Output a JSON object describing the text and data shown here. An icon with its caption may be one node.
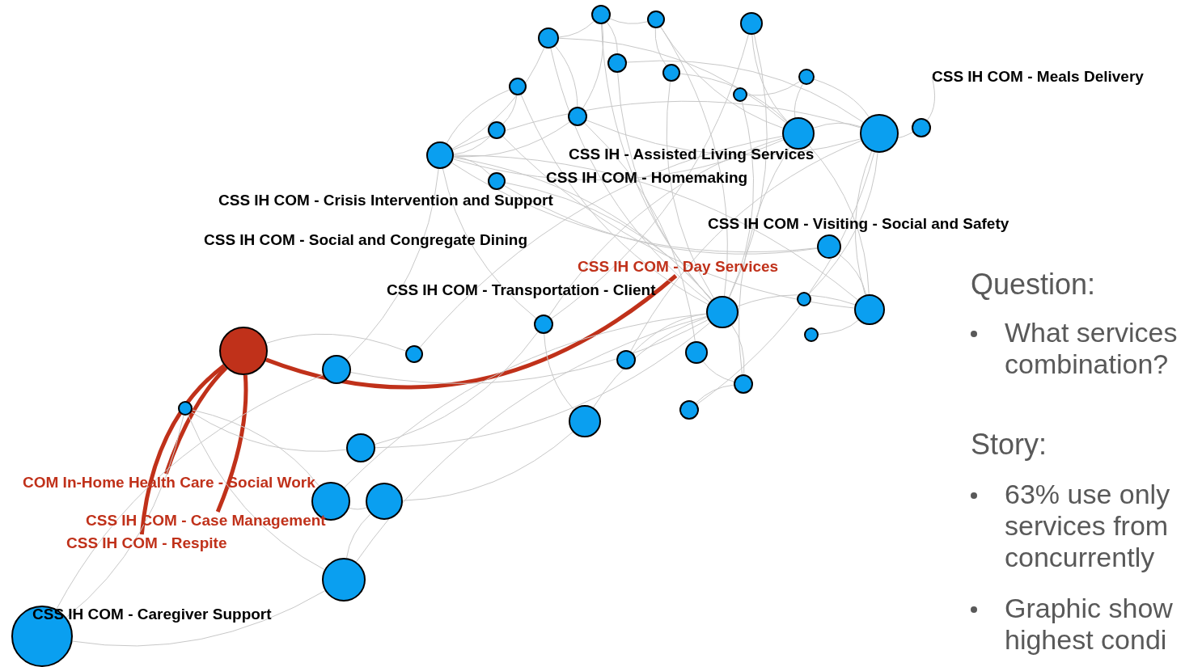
{
  "diagram": {
    "nodes": [
      {
        "text": [],
        "shape": "circle"
      },
      {
        "text": [],
        "shape": "circle"
      },
      {
        "text": [],
        "shape": "circle"
      },
      {
        "text": [],
        "shape": "circle"
      },
      {
        "text": [],
        "shape": "circle"
      },
      {
        "text": [],
        "shape": "circle"
      },
      {
        "text": [],
        "shape": "circle"
      },
      {
        "text": [],
        "shape": "circle"
      },
      {
        "text": [],
        "shape": "circle"
      },
      {
        "text": [],
        "shape": "circle"
      },
      {
        "text": [],
        "shape": "circle"
      },
      {
        "text": [],
        "shape": "circle"
      },
      {
        "text": [],
        "shape": "circle"
      },
      {
        "text": [],
        "shape": "circle"
      },
      {
        "text": [],
        "shape": "circle"
      },
      {
        "text": [],
        "shape": "circle"
      },
      {
        "text": [],
        "shape": "circle"
      },
      {
        "text": [],
        "shape": "circle"
      },
      {
        "text": [],
        "shape": "circle"
      },
      {
        "text": [],
        "shape": "circle"
      },
      {
        "text": [],
        "shape": "circle"
      },
      {
        "text": [],
        "shape": "circle"
      },
      {
        "text": [],
        "shape": "circle"
      },
      {
        "text": [],
        "shape": "circle"
      },
      {
        "text": [],
        "shape": "circle"
      },
      {
        "text": [],
        "shape": "circle"
      },
      {
        "text": [],
        "shape": "circle"
      },
      {
        "text": [],
        "shape": "circle"
      },
      {
        "text": [],
        "shape": "circle"
      },
      {
        "text": [],
        "shape": "circle"
      },
      {
        "text": [],
        "shape": "circle"
      },
      {
        "text": [],
        "shape": "circle"
      },
      {
        "text": [],
        "shape": "circle"
      },
      {
        "text": [],
        "shape": "circle"
      },
      {
        "text": [],
        "shape": "circle"
      },
      {
        "text": [],
        "shape": "circle"
      },
      {
        "text": [
          "CSS IH COM - Meals Delivery"
        ]
      },
      {
        "text": [
          "CSS IH - Assisted Living Services"
        ]
      },
      {
        "text": [
          "CSS IH COM - Homemaking"
        ]
      },
      {
        "text": [
          "CSS IH COM - Crisis Intervention and Support"
        ]
      },
      {
        "text": [
          "CSS IH COM - Visiting - Social and Safety"
        ]
      },
      {
        "text": [
          "CSS IH COM - Social and Congregate Dining"
        ]
      },
      {
        "text": [
          "CSS IH COM - Day Services"
        ]
      },
      {
        "text": [
          "CSS IH COM - Transportation - Client"
        ]
      },
      {
        "text": [
          "COM In-Home Health Care - Social Work"
        ]
      },
      {
        "text": [
          "CSS IH COM - Case Management"
        ]
      },
      {
        "text": [
          "CSS IH COM - Respite"
        ]
      },
      {
        "text": [
          "CSS IH COM - Caregiver Support"
        ]
      }
    ],
    "edges": [
      {
        "from": 35,
        "to": 42,
        "arrow": "none",
        "style": "thick",
        "color": "#c0311a"
      },
      {
        "from": 35,
        "to": 44,
        "arrow": "none",
        "style": "thick",
        "color": "#c0311a"
      },
      {
        "from": 35,
        "to": 45,
        "arrow": "none",
        "style": "thick",
        "color": "#c0311a"
      },
      {
        "from": 35,
        "to": 46,
        "arrow": "none",
        "style": "thick",
        "color": "#c0311a"
      },
      {
        "from": 13,
        "to": 36,
        "arrow": "none"
      },
      {
        "from": 14,
        "to": 3,
        "arrow": "none"
      },
      {
        "from": 14,
        "to": 7,
        "arrow": "none"
      },
      {
        "from": 14,
        "to": 10,
        "arrow": "none"
      },
      {
        "from": 14,
        "to": 15,
        "arrow": "none"
      },
      {
        "from": 14,
        "to": 9,
        "arrow": "none"
      },
      {
        "from": 14,
        "to": 18,
        "arrow": "none"
      },
      {
        "from": 14,
        "to": 16,
        "arrow": "none"
      },
      {
        "from": 14,
        "to": 19,
        "arrow": "none"
      },
      {
        "from": 14,
        "to": 20,
        "arrow": "none"
      },
      {
        "from": 14,
        "to": 23,
        "arrow": "none"
      },
      {
        "from": 14,
        "to": 11,
        "arrow": "none"
      },
      {
        "from": 14,
        "to": 12,
        "arrow": "none"
      },
      {
        "from": 3,
        "to": 0,
        "arrow": "none"
      },
      {
        "from": 3,
        "to": 9,
        "arrow": "none"
      },
      {
        "from": 3,
        "to": 18,
        "arrow": "none"
      },
      {
        "from": 3,
        "to": 11,
        "arrow": "none"
      },
      {
        "from": 0,
        "to": 1,
        "arrow": "none"
      },
      {
        "from": 0,
        "to": 9,
        "arrow": "none"
      },
      {
        "from": 0,
        "to": 18,
        "arrow": "none"
      },
      {
        "from": 0,
        "to": 4,
        "arrow": "none"
      },
      {
        "from": 1,
        "to": 5,
        "arrow": "none"
      },
      {
        "from": 1,
        "to": 18,
        "arrow": "none"
      },
      {
        "from": 1,
        "to": 11,
        "arrow": "none"
      },
      {
        "from": 2,
        "to": 18,
        "arrow": "none"
      },
      {
        "from": 2,
        "to": 11,
        "arrow": "none"
      },
      {
        "from": 2,
        "to": 20,
        "arrow": "none"
      },
      {
        "from": 4,
        "to": 18,
        "arrow": "none"
      },
      {
        "from": 4,
        "to": 12,
        "arrow": "none"
      },
      {
        "from": 5,
        "to": 18,
        "arrow": "none"
      },
      {
        "from": 5,
        "to": 11,
        "arrow": "none"
      },
      {
        "from": 6,
        "to": 11,
        "arrow": "none"
      },
      {
        "from": 6,
        "to": 12,
        "arrow": "none"
      },
      {
        "from": 7,
        "to": 18,
        "arrow": "none"
      },
      {
        "from": 7,
        "to": 10,
        "arrow": "none"
      },
      {
        "from": 8,
        "to": 6,
        "arrow": "none"
      },
      {
        "from": 8,
        "to": 18,
        "arrow": "none"
      },
      {
        "from": 9,
        "to": 12,
        "arrow": "none"
      },
      {
        "from": 9,
        "to": 25,
        "arrow": "none"
      },
      {
        "from": 10,
        "to": 19,
        "arrow": "none"
      },
      {
        "from": 15,
        "to": 18,
        "arrow": "none"
      },
      {
        "from": 15,
        "to": 16,
        "arrow": "none"
      },
      {
        "from": 11,
        "to": 12,
        "arrow": "none"
      },
      {
        "from": 12,
        "to": 13,
        "arrow": "none"
      },
      {
        "from": 11,
        "to": 19,
        "arrow": "none"
      },
      {
        "from": 12,
        "to": 19,
        "arrow": "none"
      },
      {
        "from": 16,
        "to": 19,
        "arrow": "none"
      },
      {
        "from": 17,
        "to": 12,
        "arrow": "none"
      },
      {
        "from": 18,
        "to": 19,
        "arrow": "none"
      },
      {
        "from": 18,
        "to": 24,
        "arrow": "none"
      },
      {
        "from": 18,
        "to": 26,
        "arrow": "none"
      },
      {
        "from": 26,
        "to": 28,
        "arrow": "none"
      },
      {
        "from": 20,
        "to": 11,
        "arrow": "none"
      },
      {
        "from": 20,
        "to": 29,
        "arrow": "none"
      },
      {
        "from": 20,
        "to": 30,
        "arrow": "none"
      },
      {
        "from": 21,
        "to": 19,
        "arrow": "none"
      },
      {
        "from": 22,
        "to": 11,
        "arrow": "none"
      },
      {
        "from": 23,
        "to": 18,
        "arrow": "none"
      },
      {
        "from": 24,
        "to": 12,
        "arrow": "none"
      },
      {
        "from": 25,
        "to": 26,
        "arrow": "none"
      },
      {
        "from": 26,
        "to": 11,
        "arrow": "none"
      },
      {
        "from": 28,
        "to": 12,
        "arrow": "none"
      },
      {
        "from": 29,
        "to": 18,
        "arrow": "none"
      },
      {
        "from": 30,
        "to": 18,
        "arrow": "none"
      },
      {
        "from": 31,
        "to": 18,
        "arrow": "none"
      },
      {
        "from": 32,
        "to": 29,
        "arrow": "none"
      },
      {
        "from": 33,
        "to": 18,
        "arrow": "none"
      },
      {
        "from": 34,
        "to": 27,
        "arrow": "none"
      },
      {
        "from": 34,
        "to": 23,
        "arrow": "none"
      },
      {
        "from": 27,
        "to": 33,
        "arrow": "none"
      },
      {
        "from": 27,
        "to": 31,
        "arrow": "none"
      },
      {
        "from": 34,
        "to": 33,
        "arrow": "none"
      },
      {
        "from": 35,
        "to": 22,
        "arrow": "none"
      },
      {
        "from": 27,
        "to": 30,
        "arrow": "none"
      },
      {
        "from": 33,
        "to": 32,
        "arrow": "none"
      },
      {
        "from": 31,
        "to": 32,
        "arrow": "none"
      }
    ],
    "labels": [
      "Question:",
      "What services combination?",
      "Story:",
      "63% use only services from concurrently",
      "Graphic show highest condi"
    ]
  }
}
